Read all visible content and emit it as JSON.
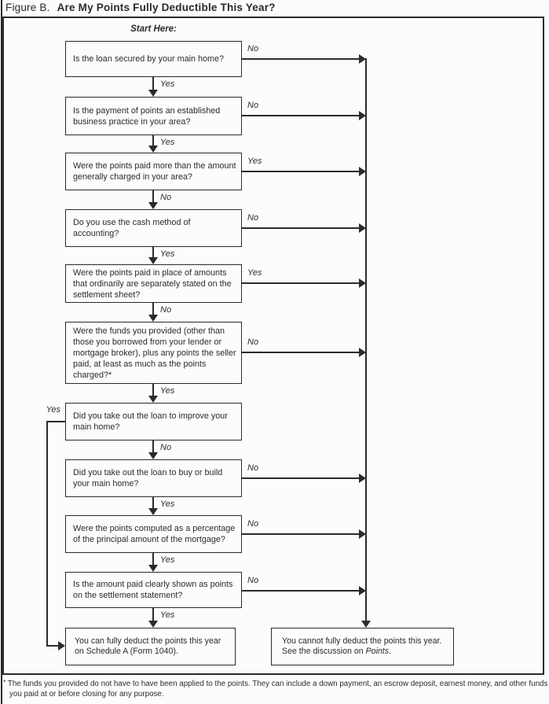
{
  "title": {
    "prefix": "Figure B.",
    "main": "Are My Points Fully Deductible This Year?"
  },
  "start_here": "Start Here:",
  "questions": [
    {
      "text": "Is the loan secured by your main home?",
      "down_label": "Yes",
      "branch_label": "No"
    },
    {
      "text": "Is the payment of points an established business practice in your area?",
      "down_label": "Yes",
      "branch_label": "No"
    },
    {
      "text": "Were the points paid more than the amount generally charged in your area?",
      "down_label": "No",
      "branch_label": "Yes"
    },
    {
      "text": "Do you use the cash method of accounting?",
      "down_label": "Yes",
      "branch_label": "No"
    },
    {
      "text": "Were the points paid in place of amounts that ordinarily are separately stated on the settlement sheet?",
      "down_label": "No",
      "branch_label": "Yes"
    },
    {
      "text": "Were the funds you provided (other than those you borrowed from your lender or mortgage broker), plus any points the seller paid, at least as much as the points charged?*",
      "down_label": "Yes",
      "branch_label": "No"
    },
    {
      "text": "Did you take out the loan to improve your main home?",
      "down_label": "No",
      "branch_label": "Yes"
    },
    {
      "text": "Did you take out the loan to buy or build your main home?",
      "down_label": "Yes",
      "branch_label": "No"
    },
    {
      "text": "Were the points computed as a percentage of the principal amount of the mortgage?",
      "down_label": "Yes",
      "branch_label": "No"
    },
    {
      "text": "Is the amount paid clearly shown as points on the settlement statement?",
      "down_label": "Yes",
      "branch_label": "No"
    }
  ],
  "outcomes": {
    "deduct": "You can fully deduct the points this year on Schedule A (Form 1040).",
    "no_deduct_before": "You cannot fully deduct the points this year. See the discussion on ",
    "no_deduct_italic": "Points",
    "no_deduct_after": "."
  },
  "footnote": {
    "marker": "*",
    "text": "The funds you provided do not have to have been applied to the points. They can include a down payment, an escrow deposit, earnest money, and other funds you paid at or before closing for any purpose."
  }
}
